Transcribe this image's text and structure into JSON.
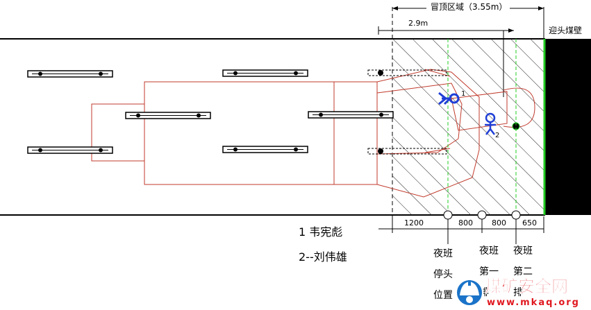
{
  "diagram": {
    "roof_region_label": "冒顶区域（3.55m）",
    "inner_span_label": "2.9m",
    "face_label": "迎头煤壁",
    "dimensions": [
      "1200",
      "800",
      "800",
      "650"
    ],
    "workers": [
      {
        "id": "1",
        "name": "韦宪彪"
      },
      {
        "id": "2",
        "name": "刘伟雄"
      }
    ],
    "legend": {
      "line1": "1   韦宪彪",
      "line2": "2--刘伟雄"
    },
    "support_notes": [
      {
        "lines": [
          "夜班",
          "停头",
          "位置"
        ]
      },
      {
        "lines": [
          "夜班",
          "第一",
          "排"
        ]
      },
      {
        "lines": [
          "夜班",
          "第二",
          "排"
        ]
      }
    ],
    "watermark": {
      "title": "煤矿安全网",
      "url": "www.mkaq.org"
    },
    "colors": {
      "machine_outline": "#c0392b",
      "worker": "#1f3fd6",
      "face_line": "#22cc22",
      "face_fill": "#000000",
      "support_line": "#22cc22",
      "watermark": "#e0181f",
      "watermark_logo": "#1a73c8"
    }
  }
}
